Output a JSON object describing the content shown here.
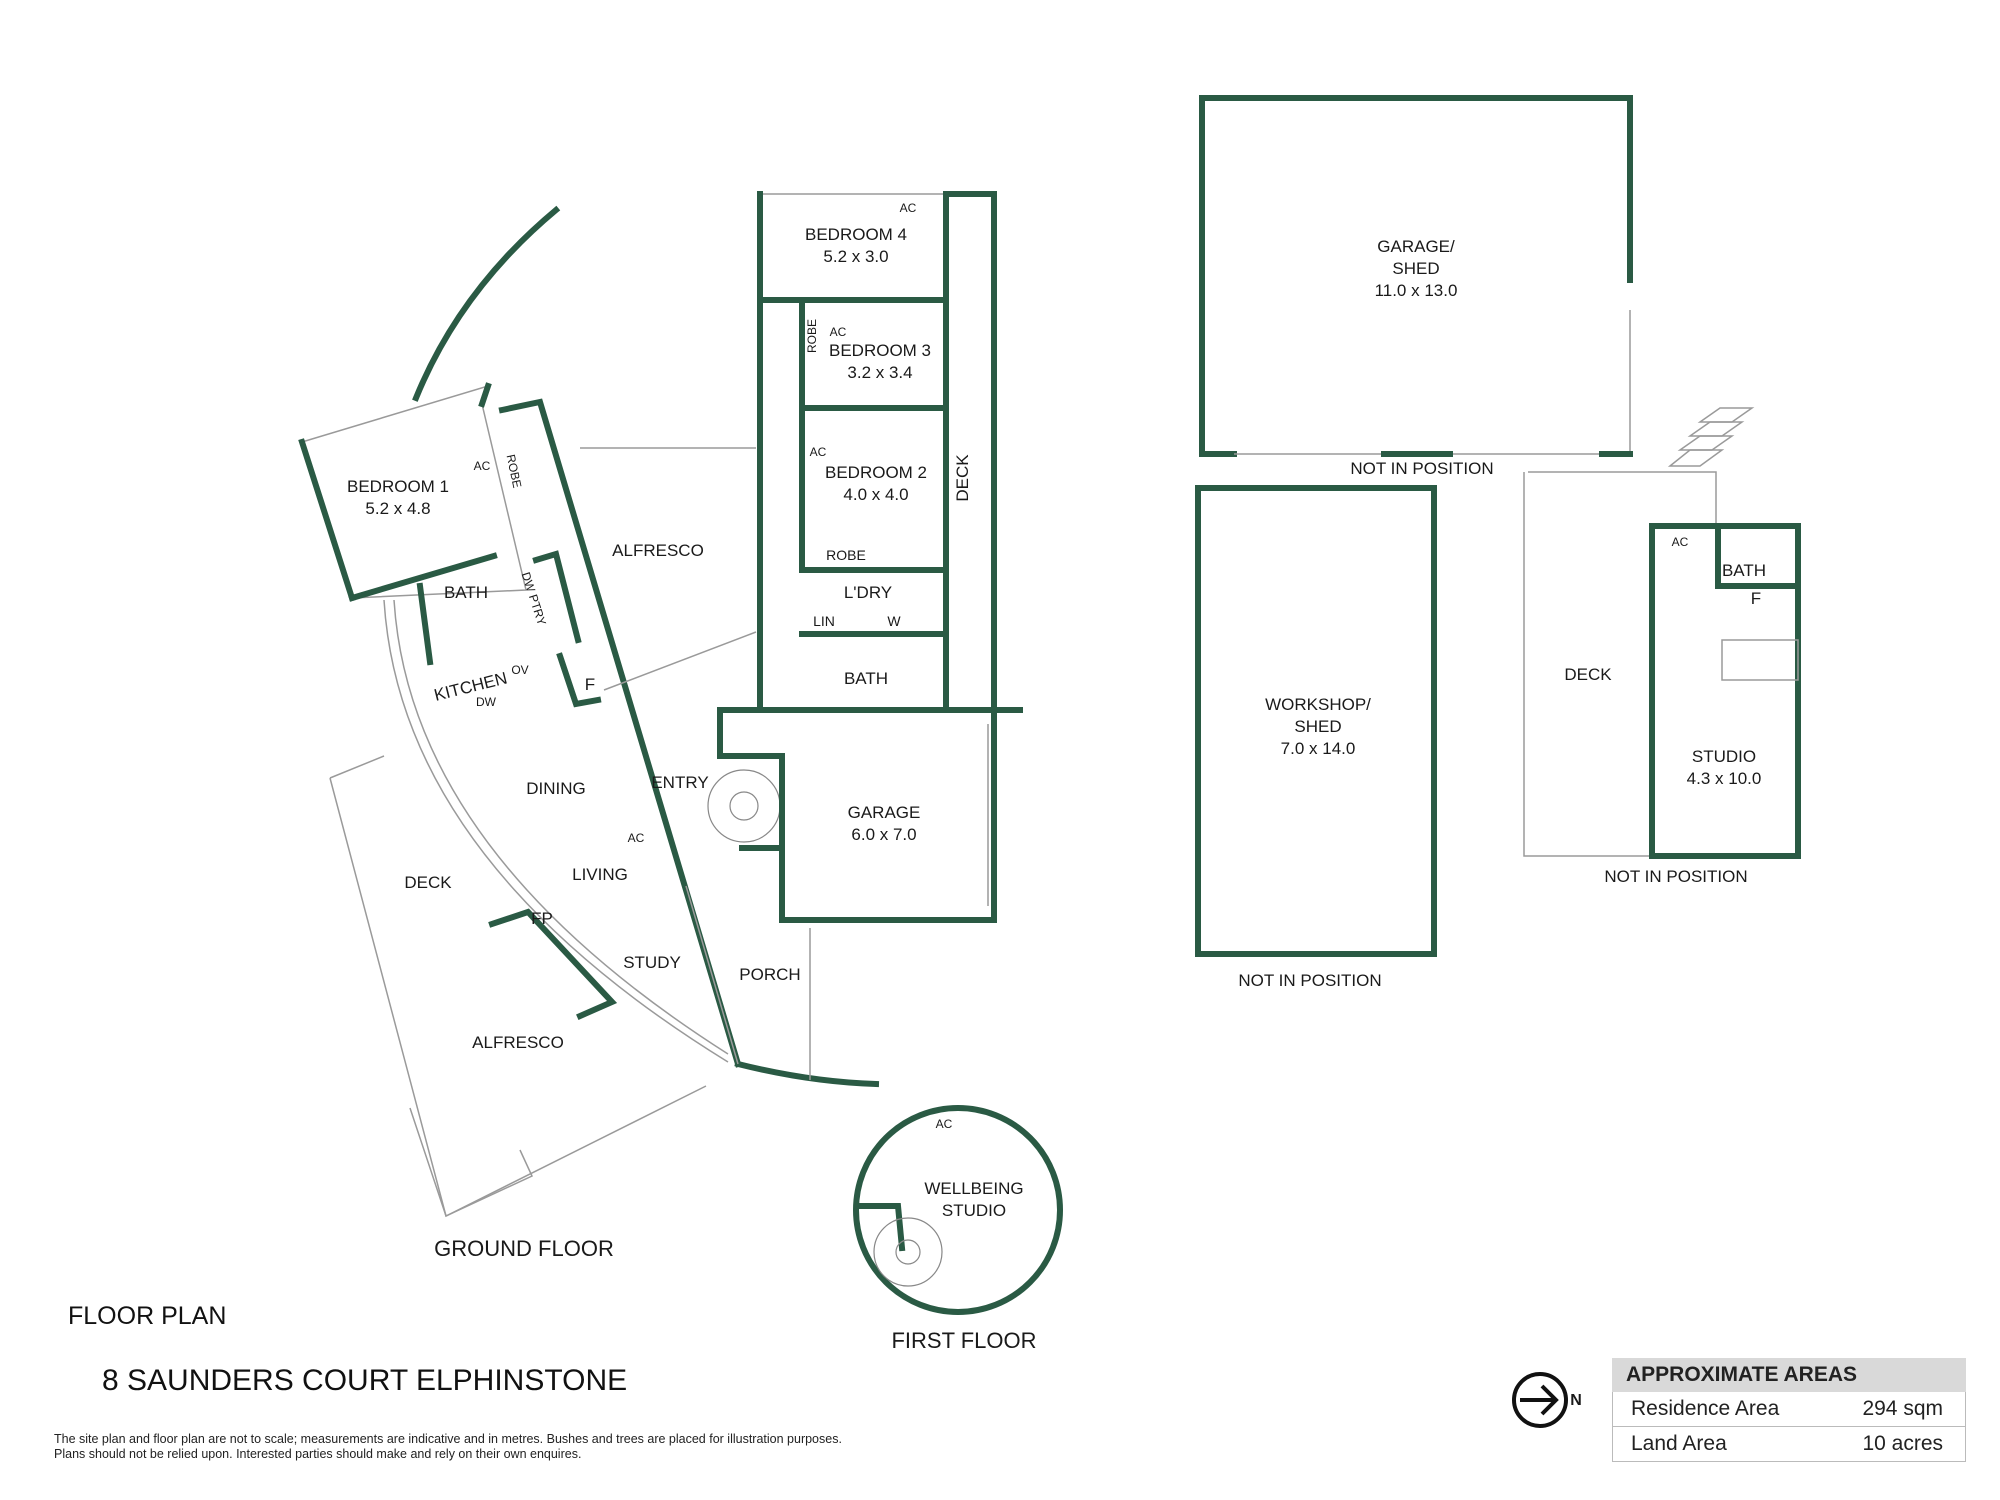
{
  "rooms": {
    "bedroom1": {
      "name": "BEDROOM 1",
      "dims": "5.2 x 4.8"
    },
    "bedroom2": {
      "name": "BEDROOM 2",
      "dims": "4.0 x 4.0"
    },
    "bedroom3": {
      "name": "BEDROOM 3",
      "dims": "3.2 x 3.4"
    },
    "bedroom4": {
      "name": "BEDROOM 4",
      "dims": "5.2 x 3.0"
    },
    "garage": {
      "name": "GARAGE",
      "dims": "6.0 x 7.0"
    },
    "garage_shed": {
      "name1": "GARAGE/",
      "name2": "SHED",
      "dims": "11.0 x 13.0"
    },
    "workshop_shed": {
      "name1": "WORKSHOP/",
      "name2": "SHED",
      "dims": "7.0 x 14.0"
    },
    "studio": {
      "name": "STUDIO",
      "dims": "4.3 x 10.0"
    },
    "wellbeing": {
      "name1": "WELLBEING",
      "name2": "STUDIO"
    }
  },
  "labels": {
    "alfresco": "ALFRESCO",
    "deck": "DECK",
    "bath": "BATH",
    "robe": "ROBE",
    "ac": "AC",
    "kitchen": "KITCHEN",
    "dw": "DW",
    "ov": "OV",
    "f": "F",
    "dining": "DINING",
    "living": "LIVING",
    "study": "STUDY",
    "entry": "ENTRY",
    "porch": "PORCH",
    "fp": "FP",
    "laundry": "L'DRY",
    "lin": "LIN",
    "w": "W",
    "dw_ptry": "DW PTRY",
    "not_in_position": "NOT IN POSITION"
  },
  "titles": {
    "ground_floor": "GROUND FLOOR",
    "first_floor": "FIRST FLOOR",
    "floor_plan": "FLOOR PLAN",
    "address": "8 SAUNDERS COURT ELPHINSTONE"
  },
  "areas": {
    "heading": "APPROXIMATE AREAS",
    "rows": [
      {
        "label": "Residence Area",
        "value": "294 sqm"
      },
      {
        "label": "Land Area",
        "value": "10 acres"
      }
    ]
  },
  "disclaimer": [
    "The site plan and floor plan are not to scale; measurements are indicative and in metres. Bushes and trees are placed for illustration purposes.",
    "Plans should not be relied upon. Interested parties should make and rely on their own enquires."
  ],
  "compass": {
    "icon": "north-arrow-icon",
    "letter": "N"
  },
  "colors": {
    "wall": "#2a5a44"
  }
}
